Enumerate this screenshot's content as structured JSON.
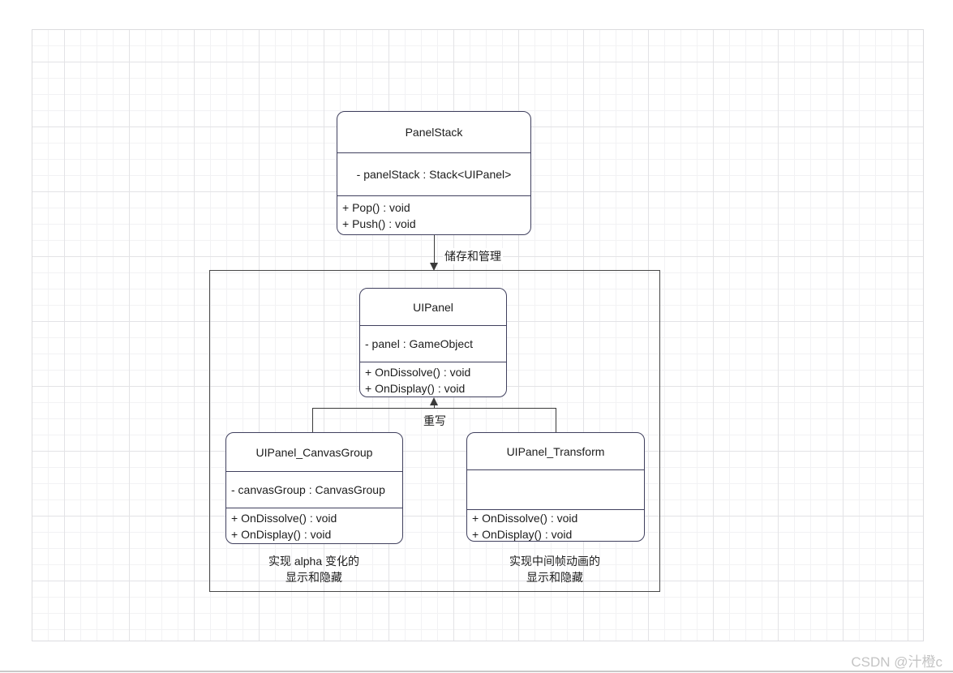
{
  "classes": {
    "panel_stack": {
      "title": "PanelStack",
      "attributes": [
        "- panelStack : Stack<UIPanel>"
      ],
      "methods": [
        "+ Pop() : void",
        "+ Push() : void"
      ]
    },
    "ui_panel": {
      "title": "UIPanel",
      "attributes": [
        "- panel : GameObject"
      ],
      "methods": [
        "+ OnDissolve() : void",
        "+ OnDisplay() : void"
      ]
    },
    "ui_panel_canvas_group": {
      "title": "UIPanel_CanvasGroup",
      "attributes": [
        "- canvasGroup : CanvasGroup"
      ],
      "methods": [
        "+ OnDissolve() : void",
        "+ OnDisplay() : void"
      ]
    },
    "ui_panel_transform": {
      "title": "UIPanel_Transform",
      "attributes": [],
      "methods": [
        "+ OnDissolve() : void",
        "+ OnDisplay() : void"
      ]
    }
  },
  "edges": {
    "store_manage_label": "储存和管理",
    "override_label": "重写"
  },
  "notes": {
    "canvas_group": {
      "line1": "实现 alpha 变化的",
      "line2": "显示和隐藏"
    },
    "transform": {
      "line1": "实现中间帧动画的",
      "line2": "显示和隐藏"
    }
  },
  "watermark": "CSDN @汁橙c",
  "colors": {
    "box_border": "#40405e",
    "connector": "#3a3a3a",
    "frame_border": "#474747",
    "grid_minor": "#f2f2f4",
    "grid_major": "#e3e3e6",
    "watermark": "#c4c4c4"
  }
}
